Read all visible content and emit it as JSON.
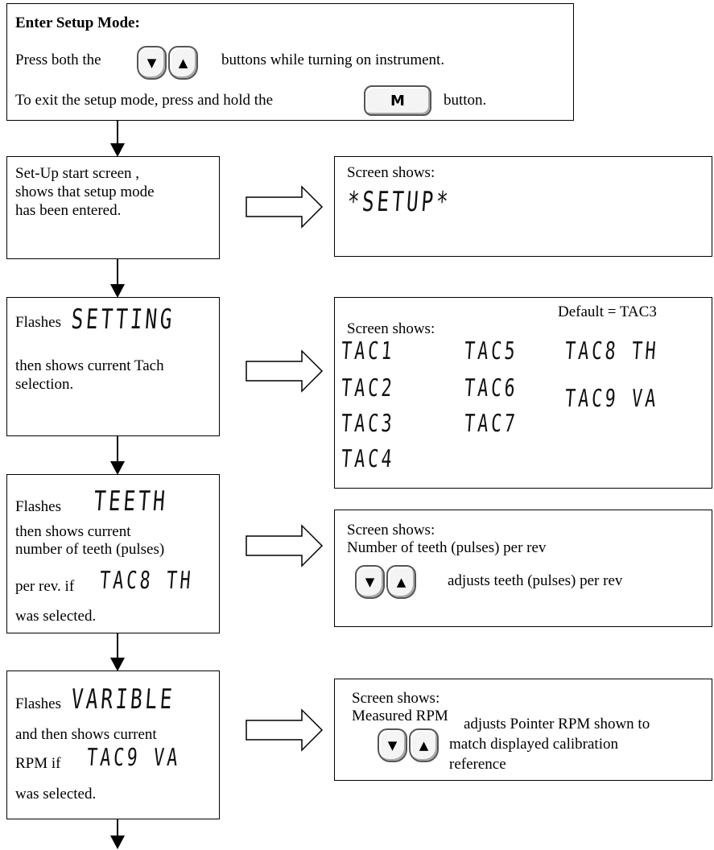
{
  "setup": {
    "title": "Enter Setup Mode:",
    "line1_pre": "Press both the",
    "line1_post": "buttons while turning on instrument.",
    "line2_pre": "To exit the setup mode, press and hold the",
    "line2_post": "button.",
    "m_label": "M"
  },
  "icons": {
    "down": "▼",
    "up": "▲"
  },
  "step1": {
    "text": [
      "Set-Up start screen ,",
      "shows that setup mode",
      "has been entered."
    ],
    "screen_label": "Screen shows:",
    "lcd": "*SETUP*"
  },
  "step2": {
    "flashes": "Flashes",
    "lcd_flash": "SETTING",
    "text": [
      "then shows current Tach",
      "selection."
    ],
    "screen_label": "Screen shows:",
    "default": "Default = TAC3",
    "options": [
      "TAC1",
      "TAC2",
      "TAC3",
      "TAC4",
      "TAC5",
      "TAC6",
      "TAC7",
      "TAC8 TH",
      "TAC9 VA"
    ]
  },
  "step3": {
    "flashes": "Flashes",
    "lcd_flash": "TEETH",
    "text": [
      "then shows current",
      "number of teeth (pulses)"
    ],
    "per_rev": "per rev. if",
    "lcd_cond": "TAC8 TH",
    "selected": "was selected.",
    "screen_label": "Screen shows:",
    "screen_line": "Number of teeth (pulses) per rev",
    "adjust": "adjusts teeth (pulses) per rev"
  },
  "step4": {
    "flashes": "Flashes",
    "lcd_flash": "VARIBLE",
    "line1": "and then shows current",
    "rpm_if": "RPM if",
    "lcd_cond": "TAC9 VA",
    "selected": "was selected.",
    "screen_label": "Screen shows:",
    "screen_line": "Measured RPM",
    "adjust": [
      "adjusts Pointer RPM shown to",
      "match displayed calibration",
      "reference"
    ]
  }
}
